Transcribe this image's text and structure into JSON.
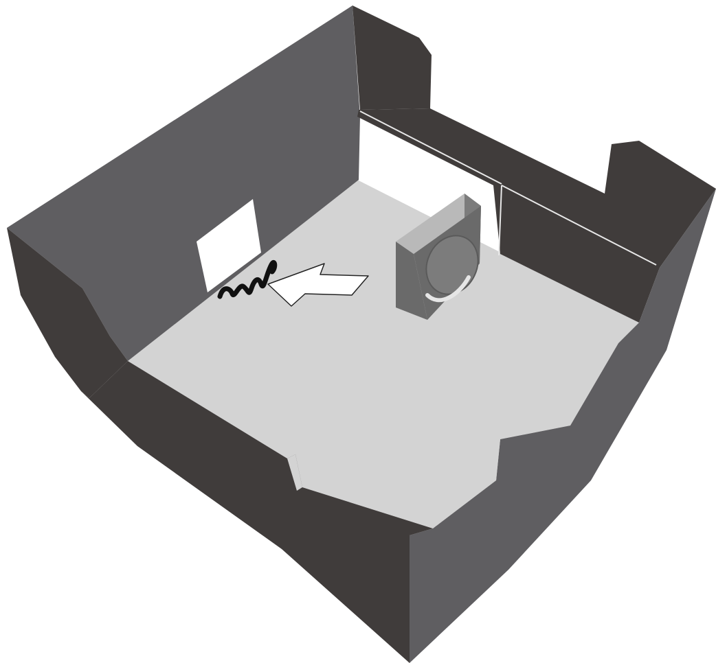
{
  "colors": {
    "background": "#ffffff",
    "floor": "#d3d3d3",
    "wall_light": "#5f5e61",
    "wall_dark": "#403c3b",
    "wall_edge": "#e8e8e8",
    "panel": "#ffffff",
    "arrow_fill": "#ffffff",
    "arrow_stroke": "#222222",
    "squiggle": "#111111",
    "speaker_front": "#6a6a6a",
    "speaker_side": "#7c7c7c",
    "speaker_top": "#b9b9b9",
    "speaker_ring": "#e6e6e6"
  },
  "scene": {
    "description_icons": [
      "room-box",
      "wall-panel",
      "sound-wave-icon",
      "direction-arrow-icon",
      "speaker-box"
    ]
  }
}
